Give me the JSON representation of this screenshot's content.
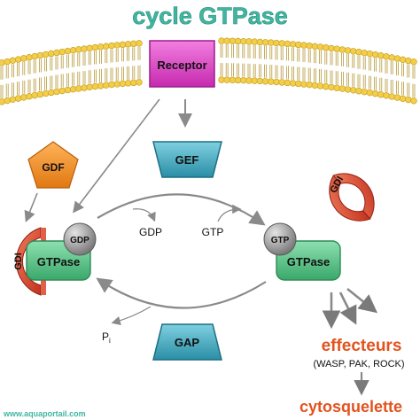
{
  "title": "cycle GTPase",
  "nodes": {
    "receptor": "Receptor",
    "gef": "GEF",
    "gap": "GAP",
    "gdf": "GDF",
    "gdi_left": "GDI",
    "gdi_right": "GDI",
    "gtpase_left": "GTPase",
    "gtpase_right": "GTPase",
    "gdp_ball": "GDP",
    "gtp_ball": "GTP"
  },
  "labels": {
    "gdp_out": "GDP",
    "gtp_in": "GTP",
    "pi_main": "P",
    "pi_sub": "i",
    "effecteurs": "effecteurs",
    "effecteurs_list": "(WASP, PAK, ROCK)",
    "cytosquelette": "cytosquelette",
    "watermark": "www.aquaportail.com"
  },
  "colors": {
    "title": "#3fb6a0",
    "receptor": "#e040c8",
    "gef_gap": "#3aa3b8",
    "gdf": "#f08a20",
    "gdi": "#d84a36",
    "gtpase": "#5cc98a",
    "ball": "#9a9a9a",
    "effecteurs": "#e2531e",
    "membrane_head": "#f2ce4a"
  }
}
